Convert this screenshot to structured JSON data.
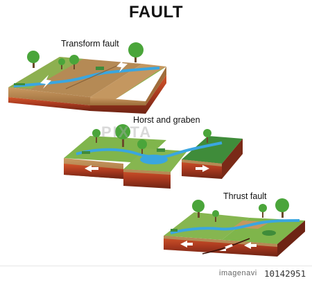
{
  "title": "FAULT",
  "panels": {
    "transform": {
      "label": "Transform fault"
    },
    "horst": {
      "label": "Horst and graben"
    },
    "thrust": {
      "label": "Thrust fault"
    }
  },
  "stock": {
    "logo": "imagenavi",
    "id": "10142951"
  },
  "watermark": {
    "text": "PIXTA"
  },
  "colors": {
    "grass": "#7fb54b",
    "grass_dark": "#3f8c3a",
    "soil": "#b07a45",
    "rock": "#8b3a22",
    "rock_red": "#c8431f",
    "water": "#3aa6e0",
    "tree": "#4aa53a",
    "trunk": "#6b4a2b"
  }
}
